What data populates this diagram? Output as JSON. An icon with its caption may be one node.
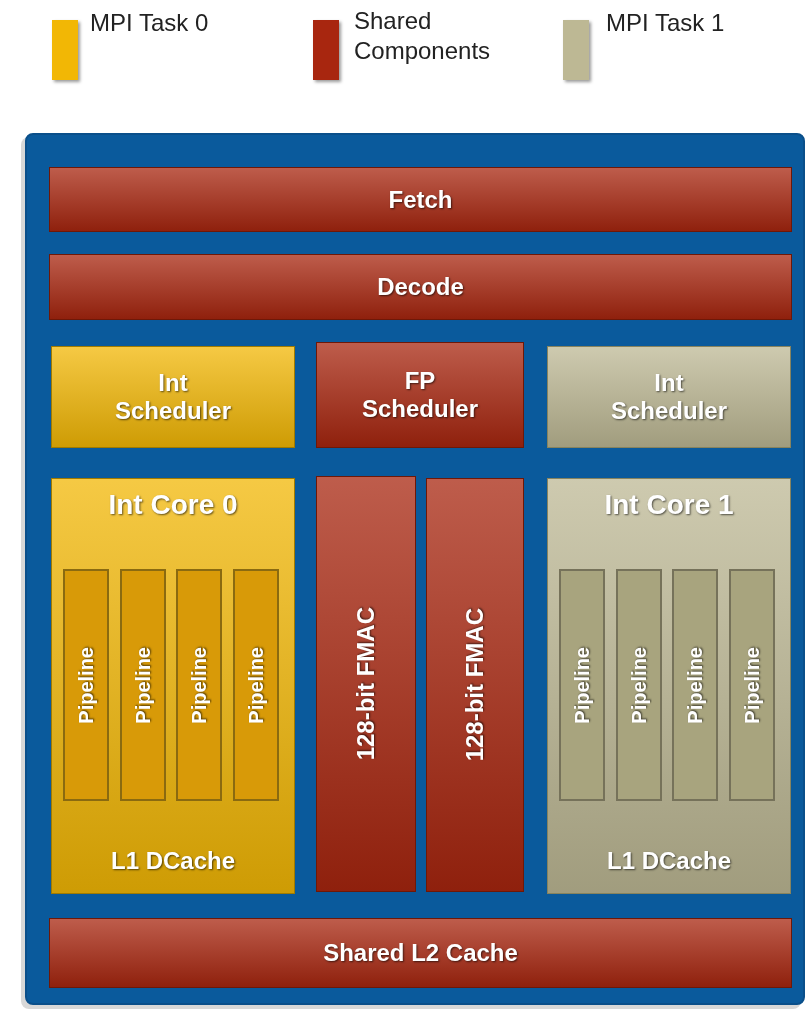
{
  "diagram": {
    "nodes": [
      {
        "text": [],
        "shape": "box"
      },
      {
        "text": [
          "Fetch"
        ],
        "in": 0
      },
      {
        "text": [
          "Decode"
        ],
        "in": 0
      },
      {
        "text": [
          "Int Scheduler"
        ],
        "in": 0
      },
      {
        "text": [
          "FP Scheduler"
        ],
        "in": 0
      },
      {
        "text": [
          "Int Scheduler"
        ],
        "in": 0
      },
      {
        "text": [
          "Int Core 0",
          "L1 DCache"
        ],
        "in": 0
      },
      {
        "text": [
          "Pipeline"
        ],
        "in": 6
      },
      {
        "text": [
          "Pipeline"
        ],
        "in": 6
      },
      {
        "text": [
          "Pipeline"
        ],
        "in": 6
      },
      {
        "text": [
          "Pipeline"
        ],
        "in": 6
      },
      {
        "text": [
          "128-bit FMAC"
        ],
        "in": 0
      },
      {
        "text": [
          "128-bit FMAC"
        ],
        "in": 0
      },
      {
        "text": [
          "Int Core 1",
          "L1 DCache"
        ],
        "in": 0
      },
      {
        "text": [
          "Pipeline"
        ],
        "in": 13
      },
      {
        "text": [
          "Pipeline"
        ],
        "in": 13
      },
      {
        "text": [
          "Pipeline"
        ],
        "in": 13
      },
      {
        "text": [
          "Pipeline"
        ],
        "in": 13
      },
      {
        "text": [
          "Shared L2 Cache"
        ],
        "in": 0
      }
    ],
    "edges": [],
    "legend": [
      {
        "text": "MPI Task 0",
        "color": "#f2b705"
      },
      {
        "text": "Shared Components",
        "color": "#a8260f"
      },
      {
        "text": "MPI Task 1",
        "color": "#bdb894"
      }
    ]
  }
}
